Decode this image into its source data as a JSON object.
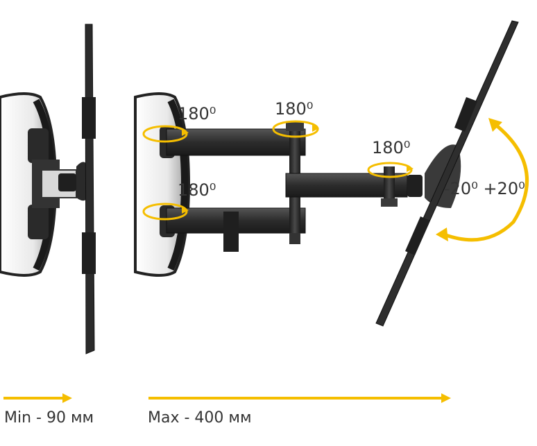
{
  "annotations": {
    "rotation_top_left": "180⁰",
    "rotation_top_middle": "180⁰",
    "rotation_right": "180⁰",
    "rotation_bottom_left": "180⁰",
    "tilt_range": "-20⁰ +20⁰"
  },
  "dimensions": {
    "min_label": "Min - 90 мм",
    "max_label": "Max - 400 мм"
  },
  "colors": {
    "accent": "#f5be00",
    "metal": "#3a3a3a",
    "metal_dark": "#1f1f1f",
    "text": "#333333"
  }
}
